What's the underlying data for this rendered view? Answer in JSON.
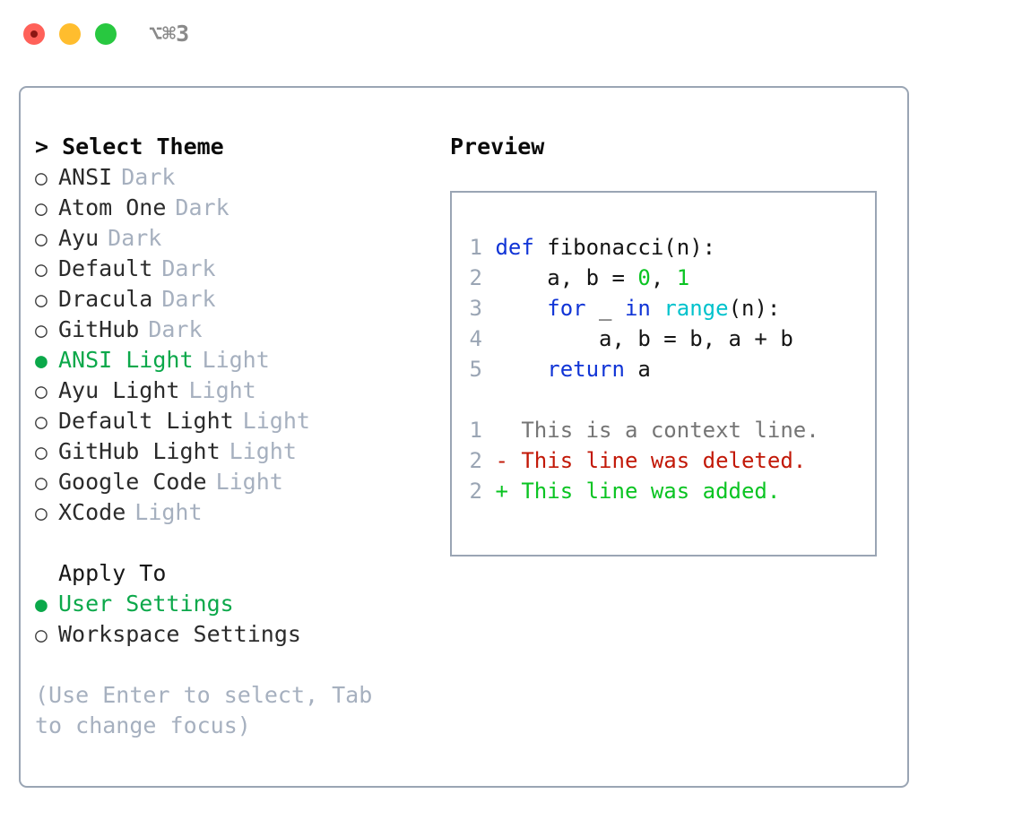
{
  "window": {
    "shortcut": "⌥⌘3",
    "traffic_lights": [
      {
        "name": "close",
        "color": "#ff6159"
      },
      {
        "name": "minimize",
        "color": "#ffbd2e"
      },
      {
        "name": "maximize",
        "color": "#28c840"
      }
    ]
  },
  "theme_pane": {
    "header": "> Select Theme",
    "themes": [
      {
        "bullet": "○",
        "name": "ANSI",
        "variant": "Dark",
        "selected": false
      },
      {
        "bullet": "○",
        "name": "Atom One",
        "variant": "Dark",
        "selected": false
      },
      {
        "bullet": "○",
        "name": "Ayu",
        "variant": "Dark",
        "selected": false
      },
      {
        "bullet": "○",
        "name": "Default",
        "variant": "Dark",
        "selected": false
      },
      {
        "bullet": "○",
        "name": "Dracula",
        "variant": "Dark",
        "selected": false
      },
      {
        "bullet": "○",
        "name": "GitHub",
        "variant": "Dark",
        "selected": false
      },
      {
        "bullet": "●",
        "name": "ANSI Light",
        "variant": "Light",
        "selected": true
      },
      {
        "bullet": "○",
        "name": "Ayu Light",
        "variant": "Light",
        "selected": false
      },
      {
        "bullet": "○",
        "name": "Default Light",
        "variant": "Light",
        "selected": false
      },
      {
        "bullet": "○",
        "name": "GitHub Light",
        "variant": "Light",
        "selected": false
      },
      {
        "bullet": "○",
        "name": "Google Code",
        "variant": "Light",
        "selected": false
      },
      {
        "bullet": "○",
        "name": "XCode",
        "variant": "Light",
        "selected": false
      }
    ],
    "apply_to_header": "Apply To",
    "apply_to": [
      {
        "bullet": "●",
        "name": "User Settings",
        "selected": true
      },
      {
        "bullet": "○",
        "name": "Workspace Settings",
        "selected": false
      }
    ],
    "hint": "(Use Enter to select, Tab to change focus)"
  },
  "preview_pane": {
    "header": "Preview",
    "code_lines": [
      {
        "ln": "1",
        "tokens": [
          {
            "t": " ",
            "c": "txt"
          },
          {
            "t": "def",
            "c": "kw"
          },
          {
            "t": " fibonacci(n):",
            "c": "txt"
          }
        ]
      },
      {
        "ln": "2",
        "tokens": [
          {
            "t": "     a, b = ",
            "c": "txt"
          },
          {
            "t": "0",
            "c": "num"
          },
          {
            "t": ", ",
            "c": "txt"
          },
          {
            "t": "1",
            "c": "num"
          }
        ]
      },
      {
        "ln": "3",
        "tokens": [
          {
            "t": "     ",
            "c": "txt"
          },
          {
            "t": "for",
            "c": "kw"
          },
          {
            "t": " _ ",
            "c": "txt"
          },
          {
            "t": "in",
            "c": "kw"
          },
          {
            "t": " ",
            "c": "txt"
          },
          {
            "t": "range",
            "c": "fn"
          },
          {
            "t": "(n):",
            "c": "txt"
          }
        ]
      },
      {
        "ln": "4",
        "tokens": [
          {
            "t": "         a, b = b, a + b",
            "c": "txt"
          }
        ]
      },
      {
        "ln": "5",
        "tokens": [
          {
            "t": "     ",
            "c": "txt"
          },
          {
            "t": "return",
            "c": "kw"
          },
          {
            "t": " a",
            "c": "txt"
          }
        ]
      }
    ],
    "diff_lines": [
      {
        "ln": "1",
        "tokens": [
          {
            "t": "   This is a context line.",
            "c": "ctx"
          }
        ]
      },
      {
        "ln": "2",
        "tokens": [
          {
            "t": " - This line was deleted.",
            "c": "del"
          }
        ]
      },
      {
        "ln": "2",
        "tokens": [
          {
            "t": " + This line was added.",
            "c": "add"
          }
        ]
      }
    ]
  },
  "colors": {
    "accent_green": "#0ba84a",
    "muted": "#a6b0bf",
    "border": "#9aa5b4",
    "keyword": "#1034d6",
    "function": "#00c2cc",
    "number": "#0ac422",
    "deleted": "#c21807",
    "added": "#0ac422"
  }
}
